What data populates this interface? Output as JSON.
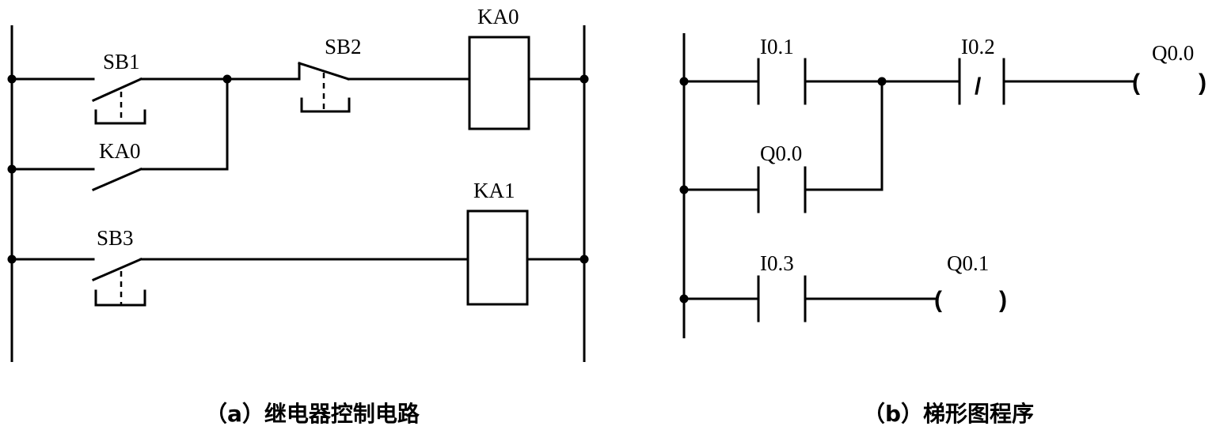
{
  "relay": {
    "sb1": "SB1",
    "sb2": "SB2",
    "sb3": "SB3",
    "ka0_contact": "KA0",
    "ka0_coil": "KA0",
    "ka1_coil": "KA1"
  },
  "ladder": {
    "i01": "I0.1",
    "i02": "I0.2",
    "i03": "I0.3",
    "q00_contact": "Q0.0",
    "q00_coil": "Q0.0",
    "q01_coil": "Q0.1",
    "nc_slash": "/",
    "coil_left": "(",
    "coil_right": ")"
  },
  "captions": {
    "a": "（a）继电器控制电路",
    "b": "（b）梯形图程序"
  }
}
